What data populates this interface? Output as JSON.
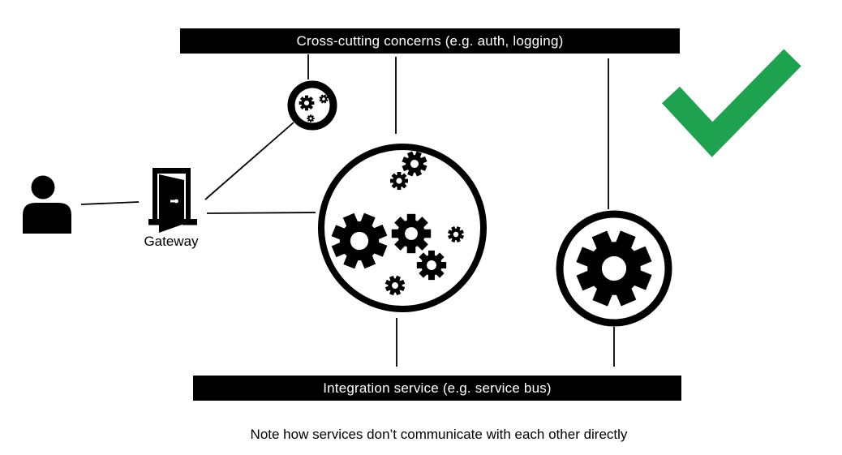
{
  "diagram": {
    "top_bar_label": "Cross-cutting concerns (e.g. auth, logging)",
    "bottom_bar_label": "Integration service (e.g. service bus)",
    "gateway_label": "Gateway",
    "note_text": "Note how services don’t communicate with each other directly"
  },
  "colors": {
    "bar_background": "#000000",
    "bar_text": "#ffffff",
    "ink": "#000000",
    "check": "#1ea24f"
  },
  "icons": [
    "user-icon",
    "door-gateway-icon",
    "cross-cutting-service-icon",
    "services-cluster-icon",
    "single-service-icon",
    "checkmark-icon"
  ]
}
